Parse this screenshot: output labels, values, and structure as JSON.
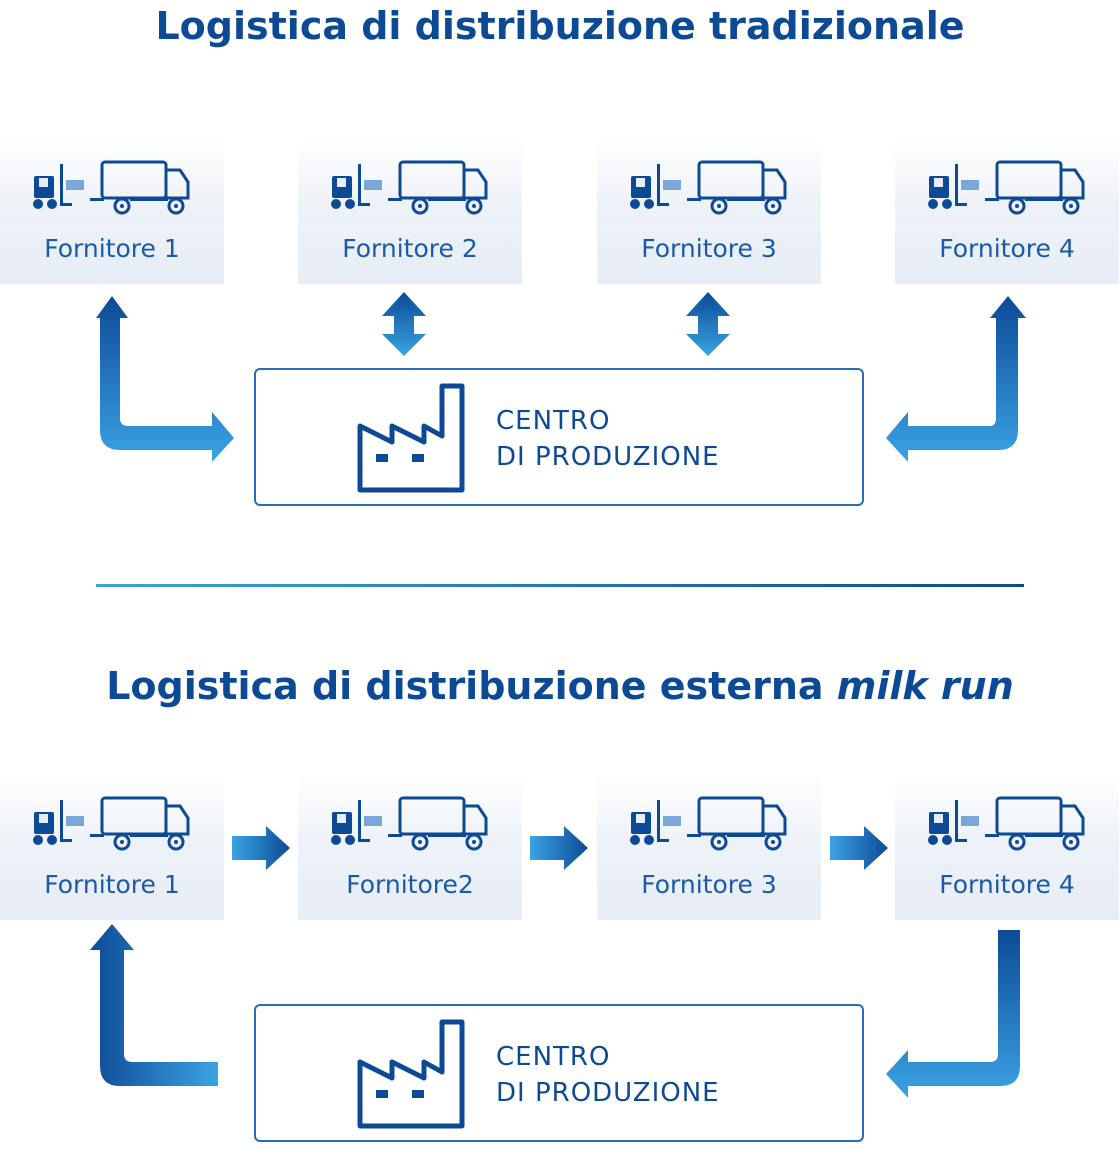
{
  "section1": {
    "title": "Logistica di distribuzione tradizionale",
    "suppliers": [
      "Fornitore 1",
      "Fornitore 2",
      "Fornitore 3",
      "Fornitore 4"
    ],
    "center_line1": "CENTRO",
    "center_line2": "DI PRODUZIONE"
  },
  "section2": {
    "title_main": "Logistica di distribuzione esterna ",
    "title_italic": "milk run",
    "suppliers": [
      "Fornitore 1",
      "Fornitore2",
      "Fornitore 3",
      "Fornitore 4"
    ],
    "center_line1": "CENTRO",
    "center_line2": "DI PRODUZIONE"
  },
  "icons": [
    "forklift-icon",
    "truck-icon",
    "factory-icon"
  ],
  "colors": {
    "dark_blue": "#0d4a96",
    "light_blue": "#3aa3e3",
    "box_bg": "#e7edf6"
  }
}
